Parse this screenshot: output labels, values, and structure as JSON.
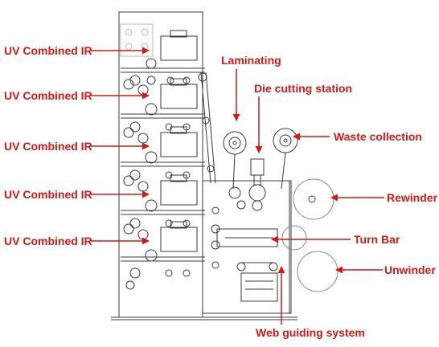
{
  "labels": {
    "uv1": "UV Combined IR",
    "uv2": "UV Combined IR",
    "uv3": "UV Combined IR",
    "uv4": "UV Combined IR",
    "uv5": "UV Combined IR",
    "laminating": "Laminating",
    "die_cutting": "Die cutting station",
    "waste_collection": "Waste collection",
    "rewinder": "Rewinder",
    "turn_bar": "Turn Bar",
    "unwinder": "Unwinder",
    "web_guiding": "Web guiding system"
  },
  "colors": {
    "label": "#d21a1a",
    "arrow": "#d21a1a",
    "line": "#3a3a3a"
  }
}
